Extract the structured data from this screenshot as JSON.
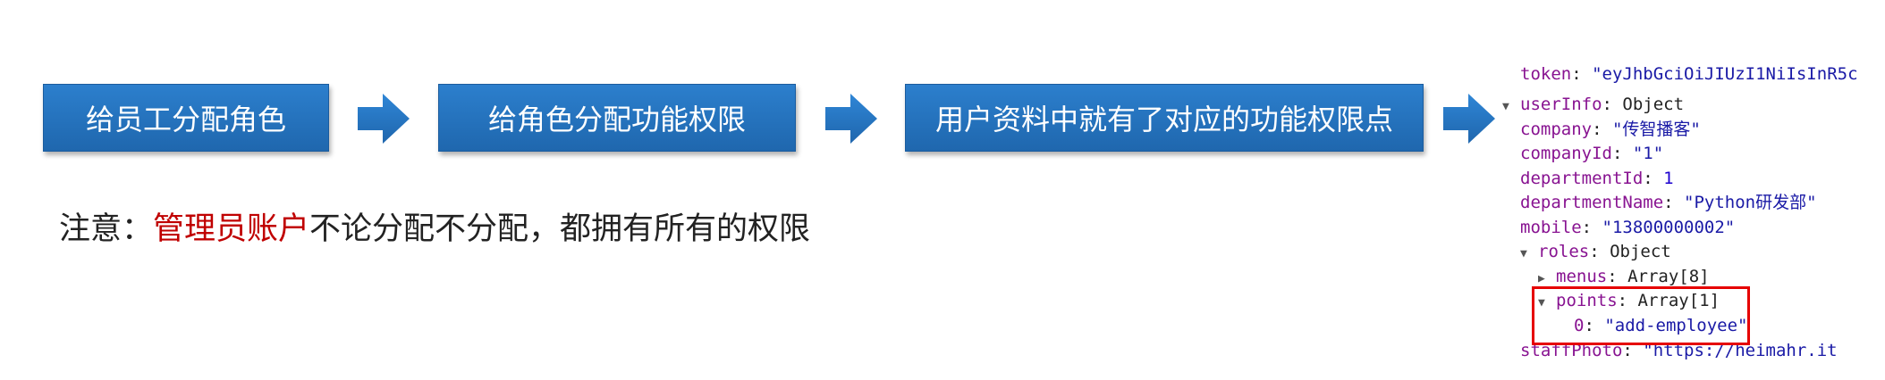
{
  "flow": {
    "step1": "给员工分配角色",
    "step2": "给角色分配功能权限",
    "step3": "用户资料中就有了对应的功能权限点"
  },
  "note": {
    "prefix": "注意：",
    "highlight": "管理员账户",
    "suffix": "不论分配不分配，都拥有所有的权限"
  },
  "console": {
    "token": {
      "key": "token",
      "value": "\"eyJhbGciOiJIUzI1NiIsInR5c"
    },
    "userInfo": {
      "key": "userInfo",
      "value": "Object"
    },
    "company": {
      "key": "company",
      "value": "\"传智播客\""
    },
    "companyId": {
      "key": "companyId",
      "value": "\"1\""
    },
    "departmentId": {
      "key": "departmentId",
      "value": "1"
    },
    "departmentName": {
      "key": "departmentName",
      "value": "\"Python研发部\""
    },
    "mobile": {
      "key": "mobile",
      "value": "\"13800000002\""
    },
    "roles": {
      "key": "roles",
      "value": "Object"
    },
    "menus": {
      "key": "menus",
      "value": "Array[8]"
    },
    "points": {
      "key": "points",
      "value": "Array[1]"
    },
    "point0": {
      "key": "0",
      "value": "\"add-employee\""
    },
    "staffPhoto": {
      "key": "staffPhoto",
      "value": "\"https://heimahr.it"
    }
  },
  "colors": {
    "box": "#2472bf",
    "arrow": "#2472bf",
    "highlight_text": "#c00000",
    "highlight_border": "#e60000"
  }
}
